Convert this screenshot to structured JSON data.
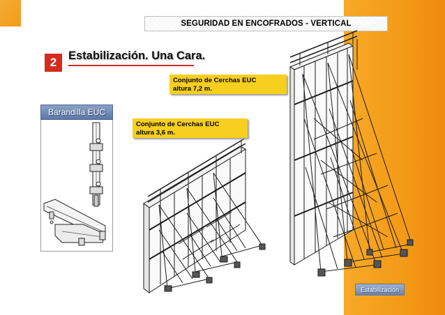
{
  "header": {
    "title": "SEGURIDAD EN ENCOFRADOS - VERTICAL"
  },
  "section": {
    "number": "2",
    "title": "Estabilización. Una Cara."
  },
  "callouts": {
    "tall": {
      "line1": "Conjunto de Cerchas EUC",
      "line2": "altura 7,2 m."
    },
    "short": {
      "line1": "Conjunto de Cerchas EUC",
      "line2": "altura 3,6 m."
    }
  },
  "side_panel": {
    "label": "Barandilla EUC"
  },
  "footer_tag": {
    "label": "Estabilización"
  },
  "colors": {
    "accent_orange": "#f39a16",
    "section_red": "#d62a1e",
    "callout_yellow": "#f7cf1f",
    "tag_blue": "#6a84af"
  }
}
